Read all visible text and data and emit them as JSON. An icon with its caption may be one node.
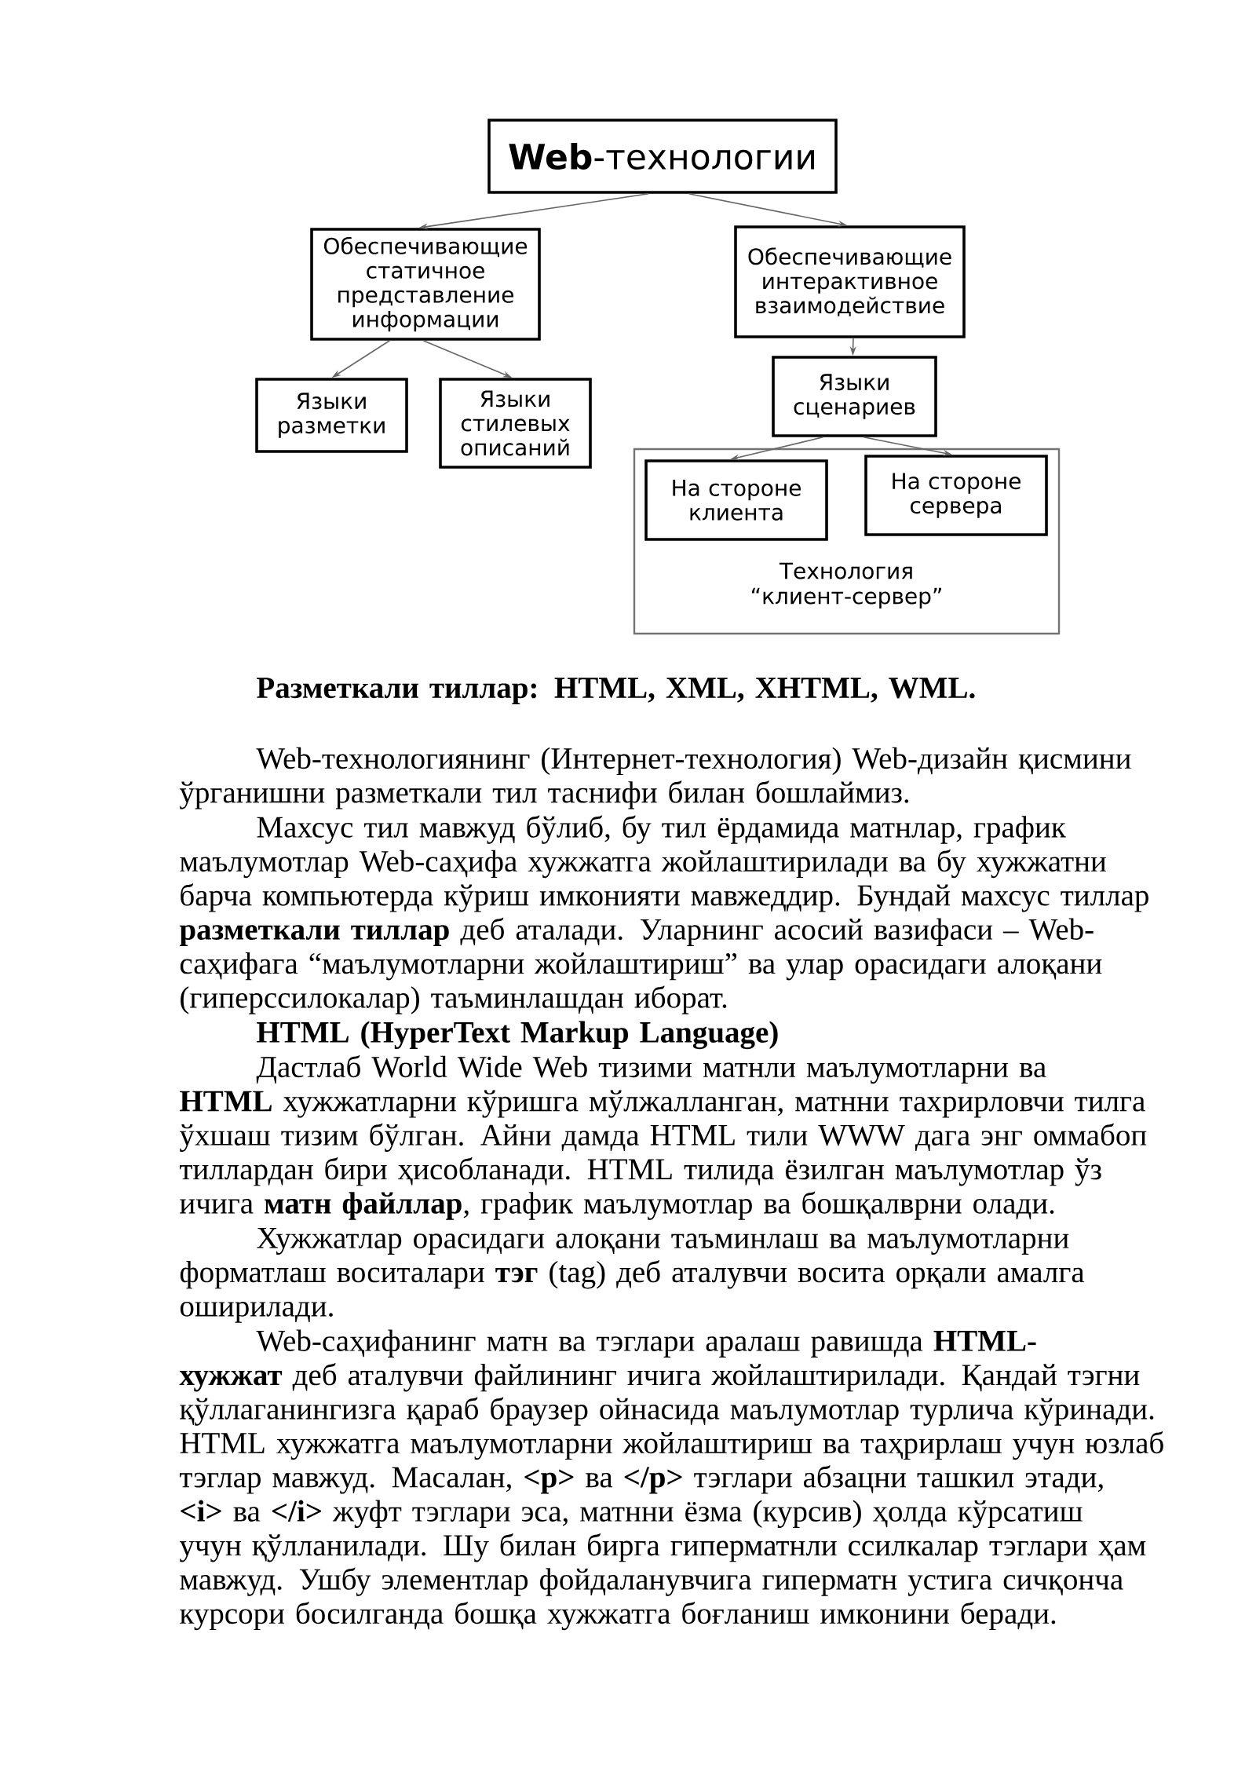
{
  "diagram": {
    "nodes": [
      {
        "text": [
          "**Web**-технологии"
        ]
      },
      {
        "text": [
          "Обеспечивающие статичное представление информации"
        ]
      },
      {
        "text": [
          "Обеспечивающие интерактивное взаимодействие"
        ]
      },
      {
        "text": [
          "Языки разметки"
        ]
      },
      {
        "text": [
          "Языки стилевых описаний"
        ]
      },
      {
        "text": [
          "Языки сценариев"
        ]
      },
      {
        "text": [
          "Технология “клиент-сервер”"
        ]
      },
      {
        "text": [
          "На стороне клиента"
        ],
        "in": 6
      },
      {
        "text": [
          "На стороне сервера"
        ],
        "in": 6
      }
    ],
    "edges": [
      {
        "from": 0,
        "to": 1,
        "arrow": "to"
      },
      {
        "from": 0,
        "to": 2,
        "arrow": "to"
      },
      {
        "from": 1,
        "to": 3,
        "arrow": "to"
      },
      {
        "from": 1,
        "to": 4,
        "arrow": "to"
      },
      {
        "from": 2,
        "to": 5,
        "arrow": "to"
      },
      {
        "from": 5,
        "to": 7,
        "arrow": "to"
      },
      {
        "from": 5,
        "to": 8,
        "arrow": "to"
      }
    ],
    "labels": [
      "Разметкали тиллар: HTML, XML, XHTML, WML.",
      "Web-технологиянинг (Интернет-технология) Web-дизайн қисмини ўрганишни разметкали тил таснифи билан бошлаймиз.",
      "Махсус тил мавжуд бўлиб, бу тил ёрдамида матнлар, график маълумотлар Web-саҳифа хужжатга жойлаштирилади ва бу хужжатни барча компьютерда кўриш имконияти мавжеддир. Бундай махсус тиллар **разметкали тиллар** деб аталади. Уларнинг асосий вазифаси – Web-саҳифага “маълумотларни жойлаштириш” ва улар орасидаги алоқани (гиперссилокалар) таъминлашдан иборат.",
      "HTML (HyperText Markup Language)",
      "Дастлаб World Wide Web тизими матнли маълумотларни ва **HTML** хужжатларни кўришга мўлжалланган, матнни тахрирловчи тилга ўхшаш тизим бўлган. Айни дамда HTML тили WWW дага энг оммабоп тиллардан бири ҳисобланади. HTML тилида ёзилган маълумотлар ўз ичига **матн файллар**, график маълумотлар ва бошқалврни олади.",
      "Хужжатлар орасидаги алоқани таъминлаш ва маълумотларни форматлаш воситалари **тэг** (tag) деб аталувчи восита орқали амалга оширилади.",
      "Web-саҳифанинг матн ва тэглари аралаш равишда **HTML-хужжат** деб аталувчи файлининг ичига жойлаштирилади. Қандай тэгни қўллаганингизга қараб браузер ойнасида маълумотлар турлича кўринади. HTML хужжатга маълумотларни жойлаштириш ва таҳрирлаш учун юзлаб тэглар мавжуд. Масалан, **<p>** ва **</p>** тэглари абзацни ташкил этади, **<i>** ва **</i>** жуфт тэглари эса, матнни ёзма (курсив) ҳолда кўрсатиш учун қўлланилади. Шу билан бирга гиперматнли ссилкалар тэглари ҳам мавжуд. Ушбу элементлар фойдаланувчига гиперматн устига сичқонча курсори босилганда бошқа хужжатга боғланиш имконини беради."
    ]
  }
}
